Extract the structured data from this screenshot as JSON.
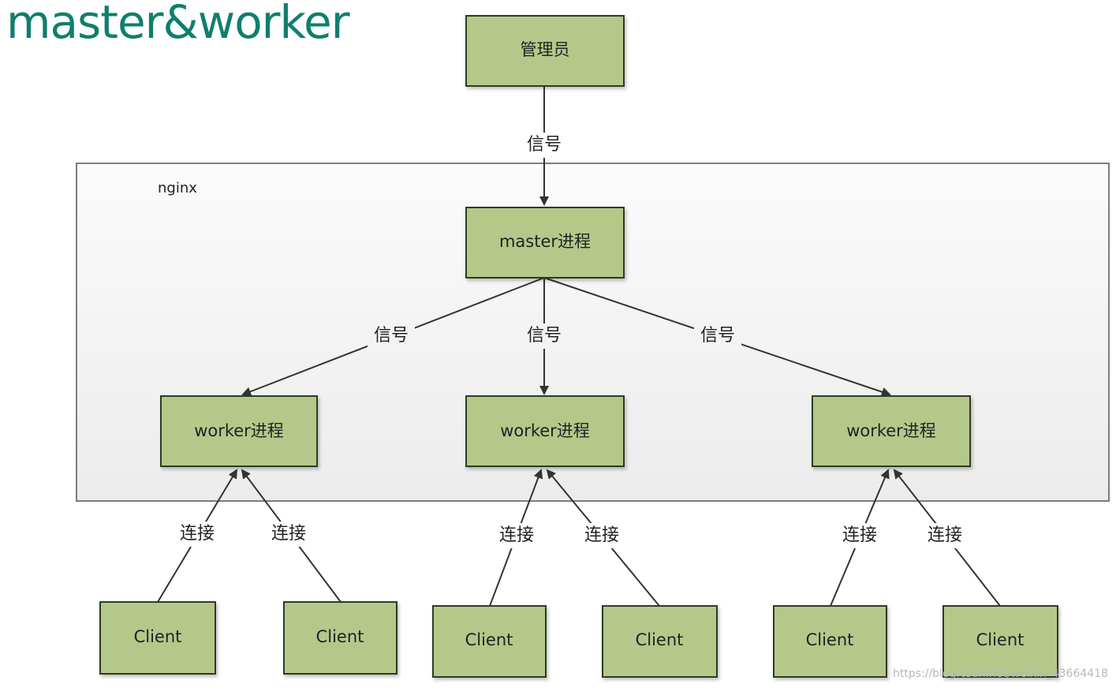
{
  "title": "master&worker",
  "watermark": "https://blog.csdn.net/weixin_43664418",
  "container": {
    "label": "nginx"
  },
  "nodes": {
    "admin": "管理员",
    "master": "master进程",
    "worker1": "worker进程",
    "worker2": "worker进程",
    "worker3": "worker进程",
    "client1": "Client",
    "client2": "Client",
    "client3": "Client",
    "client4": "Client",
    "client5": "Client",
    "client6": "Client"
  },
  "edges": {
    "admin_master": "信号",
    "master_worker1": "信号",
    "master_worker2": "信号",
    "master_worker3": "信号",
    "client1_worker1": "连接",
    "client2_worker1": "连接",
    "client3_worker2": "连接",
    "client4_worker2": "连接",
    "client5_worker3": "连接",
    "client6_worker3": "连接"
  }
}
